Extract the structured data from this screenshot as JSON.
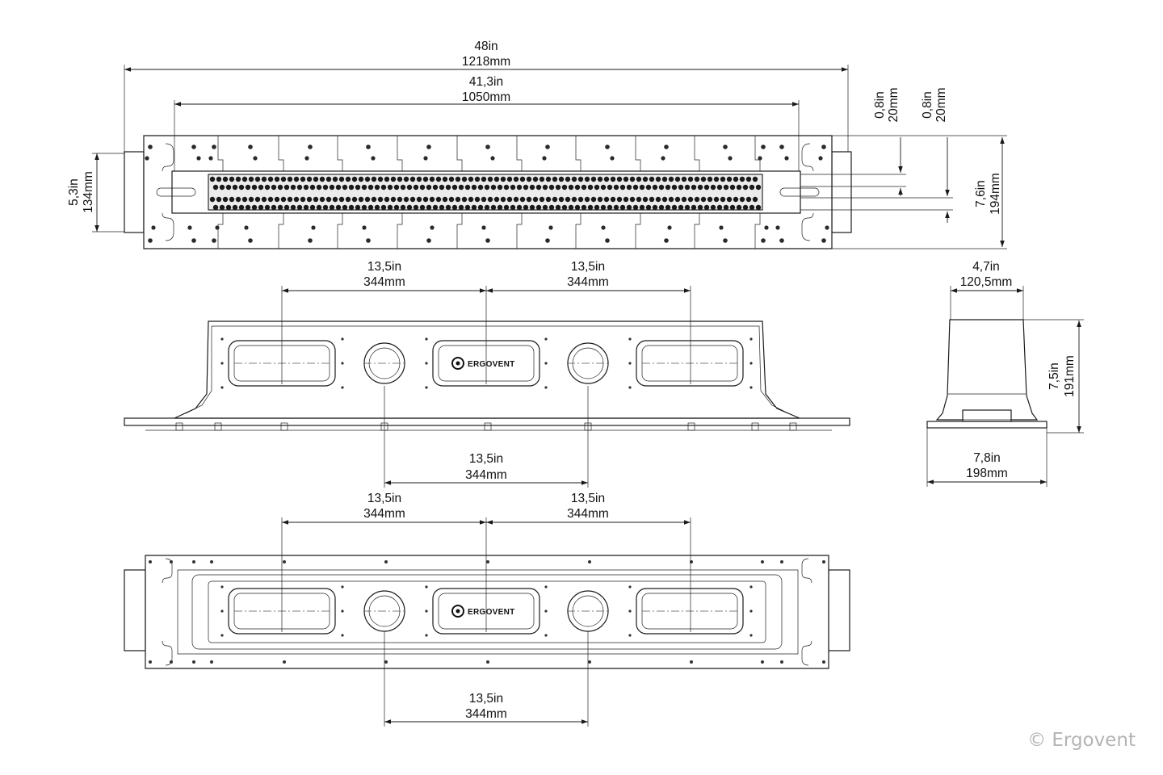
{
  "dimensions": {
    "top_total": {
      "in": "48in",
      "mm": "1218mm"
    },
    "top_inner": {
      "in": "41,3in",
      "mm": "1050mm"
    },
    "top_height": {
      "in": "5,3in",
      "mm": "134mm"
    },
    "top_offset_a": {
      "in": "0,8in",
      "mm": "20mm"
    },
    "top_offset_b": {
      "in": "0,8in",
      "mm": "20mm"
    },
    "top_overall_height": {
      "in": "7,6in",
      "mm": "194mm"
    },
    "front_top_left": {
      "in": "13,5in",
      "mm": "344mm"
    },
    "front_top_right": {
      "in": "13,5in",
      "mm": "344mm"
    },
    "front_bottom": {
      "in": "13,5in",
      "mm": "344mm"
    },
    "side_width": {
      "in": "4,7in",
      "mm": "120,5mm"
    },
    "side_height": {
      "in": "7,5in",
      "mm": "191mm"
    },
    "side_flange": {
      "in": "7,8in",
      "mm": "198mm"
    },
    "bottom_top_left": {
      "in": "13,5in",
      "mm": "344mm"
    },
    "bottom_top_right": {
      "in": "13,5in",
      "mm": "344mm"
    },
    "bottom_bottom": {
      "in": "13,5in",
      "mm": "344mm"
    }
  },
  "brand_logo": {
    "text": "ERGOVENT",
    "icon": "ergovent-logo-icon"
  },
  "copyright": "© Ergovent",
  "colors": {
    "line": "#1a1a1a",
    "grille_fill": "#ececec",
    "watermark": "#b4b4b4"
  }
}
